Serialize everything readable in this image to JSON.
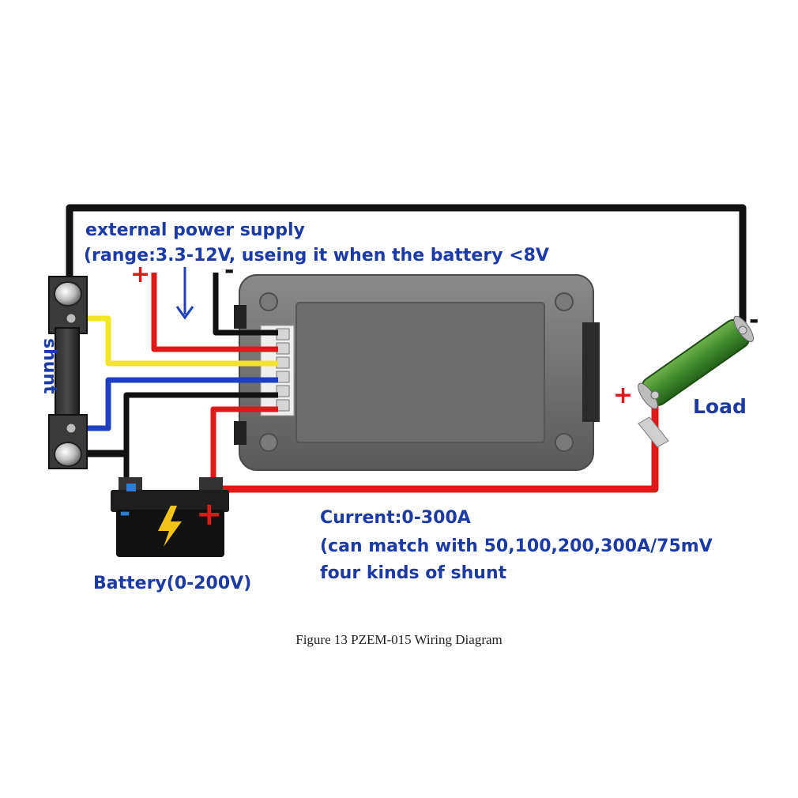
{
  "labels": {
    "external_power_line1": "external power supply",
    "external_power_line2": "(range:3.3-12V, useing it when the battery <8V",
    "shunt": "shunt",
    "load": "Load",
    "battery": "Battery(0-200V)",
    "current_line1": "Current:0-300A",
    "current_line2": "(can match with 50,100,200,300A/75mV",
    "current_line3": "four kinds of shunt"
  },
  "signs": {
    "ext_plus": "+",
    "ext_minus": "-",
    "load_plus": "+",
    "load_minus": "-",
    "battery_plus": "+",
    "battery_minus": "-"
  },
  "caption": "Figure 13 PZEM-015 Wiring Diagram",
  "colors": {
    "label_blue": "#1b3aa5",
    "wire_black": "#111111",
    "wire_red": "#e01818",
    "wire_yellow": "#f2e620",
    "wire_blue": "#1d3fc0",
    "resistor_green": "#3f8a2e",
    "meter_gray": "#6f6f6f"
  }
}
